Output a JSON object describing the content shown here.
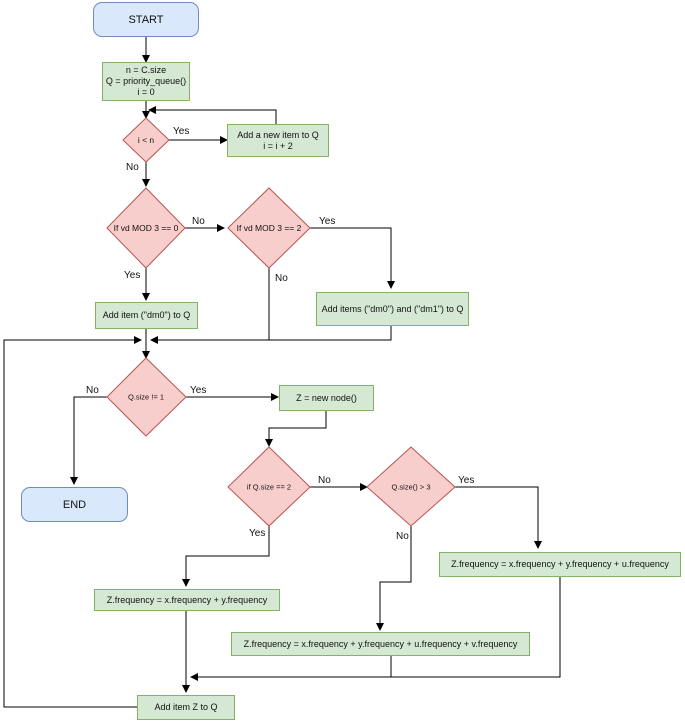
{
  "nodes": {
    "start": "START",
    "init": [
      "n = C.size",
      "Q = priority_queue()",
      "i = 0"
    ],
    "loop_cond": "i < n",
    "add_item": [
      "Add a new item to Q",
      "i = i + 2"
    ],
    "mod0": "If vd MOD 3 == 0",
    "mod2": "If vd MOD 3 == 2",
    "add_dm0": "Add item (\"dm0\") to Q",
    "add_dm0_dm1": "Add items (\"dm0\") and (\"dm1\") to Q",
    "size_ne1": "Q.size != 1",
    "new_node": "Z = new node()",
    "end": "END",
    "size_eq2": "if Q.size == 2",
    "size_ge3": "Q.size() > 3",
    "freq3": "Z.frequency = x.frequency + y.frequency + u.frequency",
    "freq2": "Z.frequency = x.frequency + y.frequency",
    "freq4": "Z.frequency = x.frequency + y.frequency + u.frequency + v.frequency",
    "add_z": "Add item Z to Q"
  },
  "edge_labels": {
    "yes": "Yes",
    "no": "No"
  },
  "colors": {
    "process_fill": "#d5e8d4",
    "process_stroke": "#82b366",
    "decision_fill": "#f8cecc",
    "decision_stroke": "#b85450",
    "terminal_fill": "#dae8fc",
    "terminal_stroke": "#6c8ebf"
  }
}
